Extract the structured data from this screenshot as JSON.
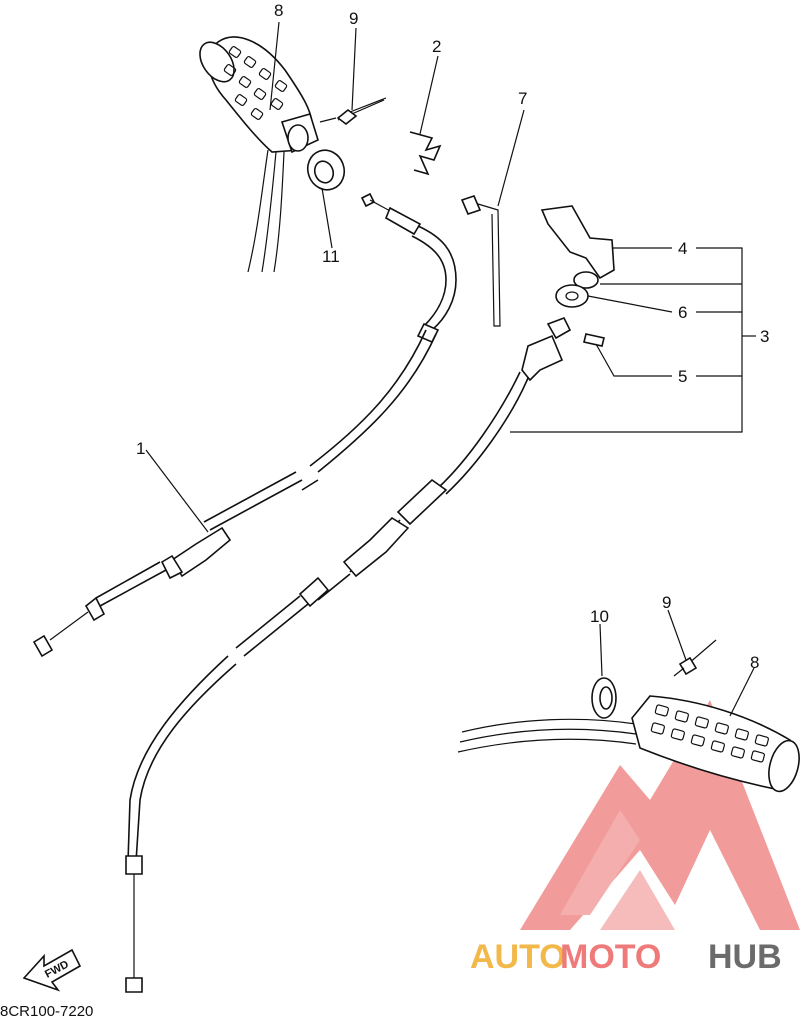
{
  "callouts": {
    "c1": "1",
    "c2": "2",
    "c3": "3",
    "c4": "4",
    "c5": "5",
    "c6": "6",
    "c7": "7",
    "c8_top": "8",
    "c8_bottom": "8",
    "c9_top": "9",
    "c9_bottom": "9",
    "c10": "10",
    "c11": "11"
  },
  "fwd_label": "FWD",
  "diagram_code": "8CR100-7220",
  "watermark": {
    "text_part1": "AUTO",
    "text_part2": "MOTO",
    "text_part3": "HUB",
    "color_orange": "#f2b84a",
    "color_red": "#ef7a7a",
    "color_gray": "#6b6b6b"
  }
}
